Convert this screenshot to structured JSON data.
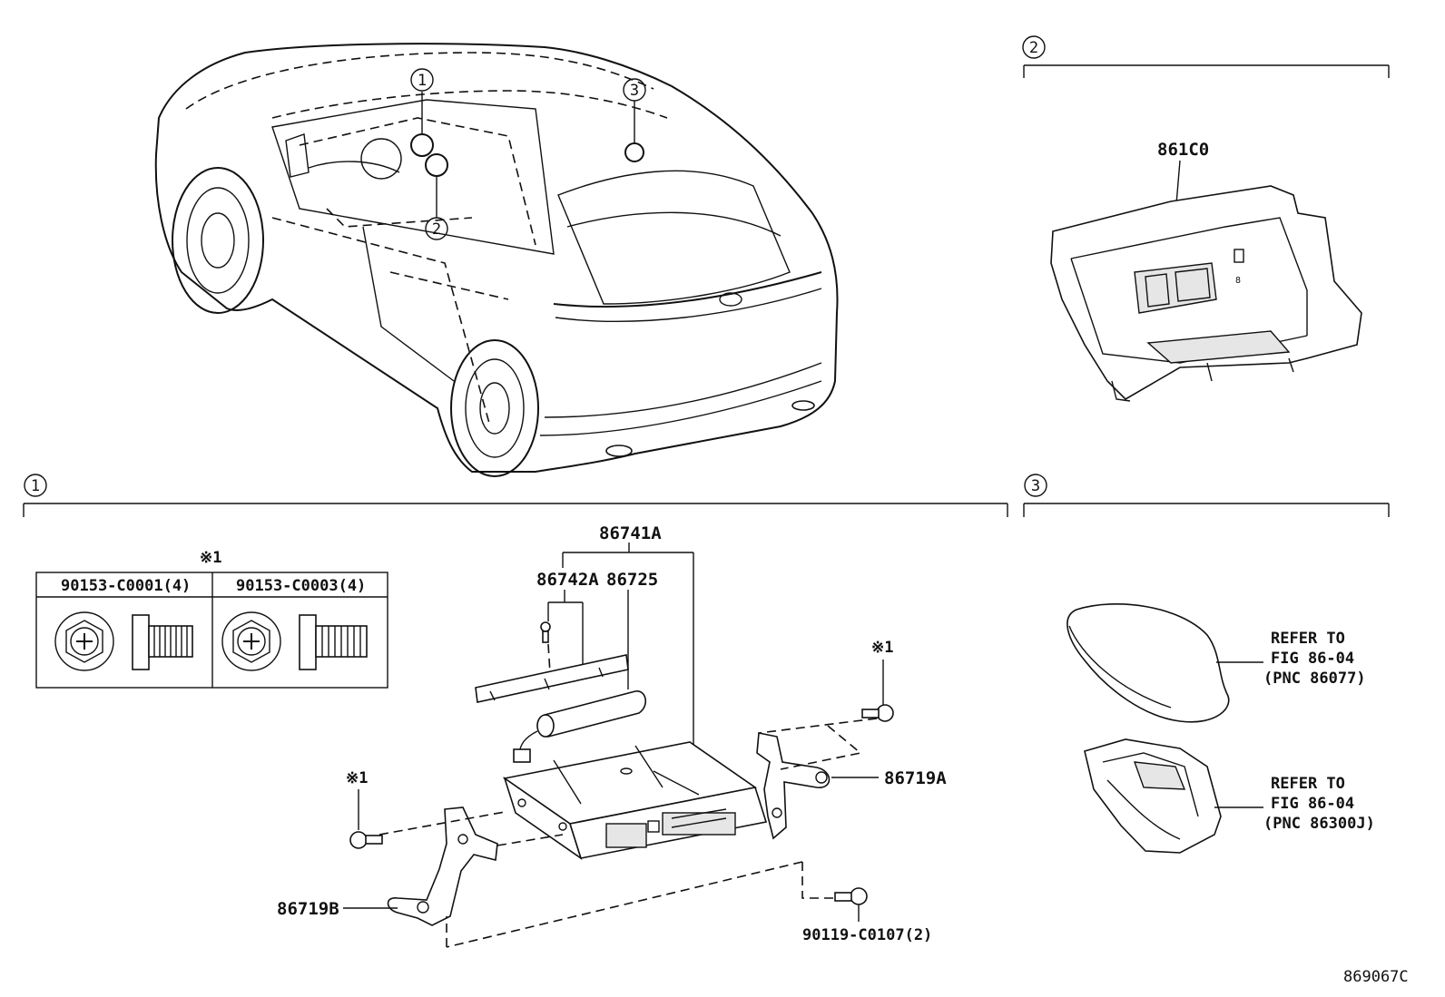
{
  "callouts": {
    "c1": "1",
    "c2": "2",
    "c3": "3"
  },
  "mark": "※1",
  "parts": {
    "p861C0": "861C0",
    "p86741A": "86741A",
    "p86742A": "86742A",
    "p86725": "86725",
    "p86719A": "86719A",
    "p86719B": "86719B",
    "p90119": "90119-C0107(2)"
  },
  "bolt_table": {
    "col1": "90153-C0001(4)",
    "col2": "90153-C0003(4)"
  },
  "refs": [
    {
      "line1": "REFER TO",
      "line2": "FIG 86-04",
      "line3": "(PNC 86077)"
    },
    {
      "line1": "REFER TO",
      "line2": "FIG 86-04",
      "line3": "(PNC 86300J)"
    }
  ],
  "figure_id": "869067C"
}
